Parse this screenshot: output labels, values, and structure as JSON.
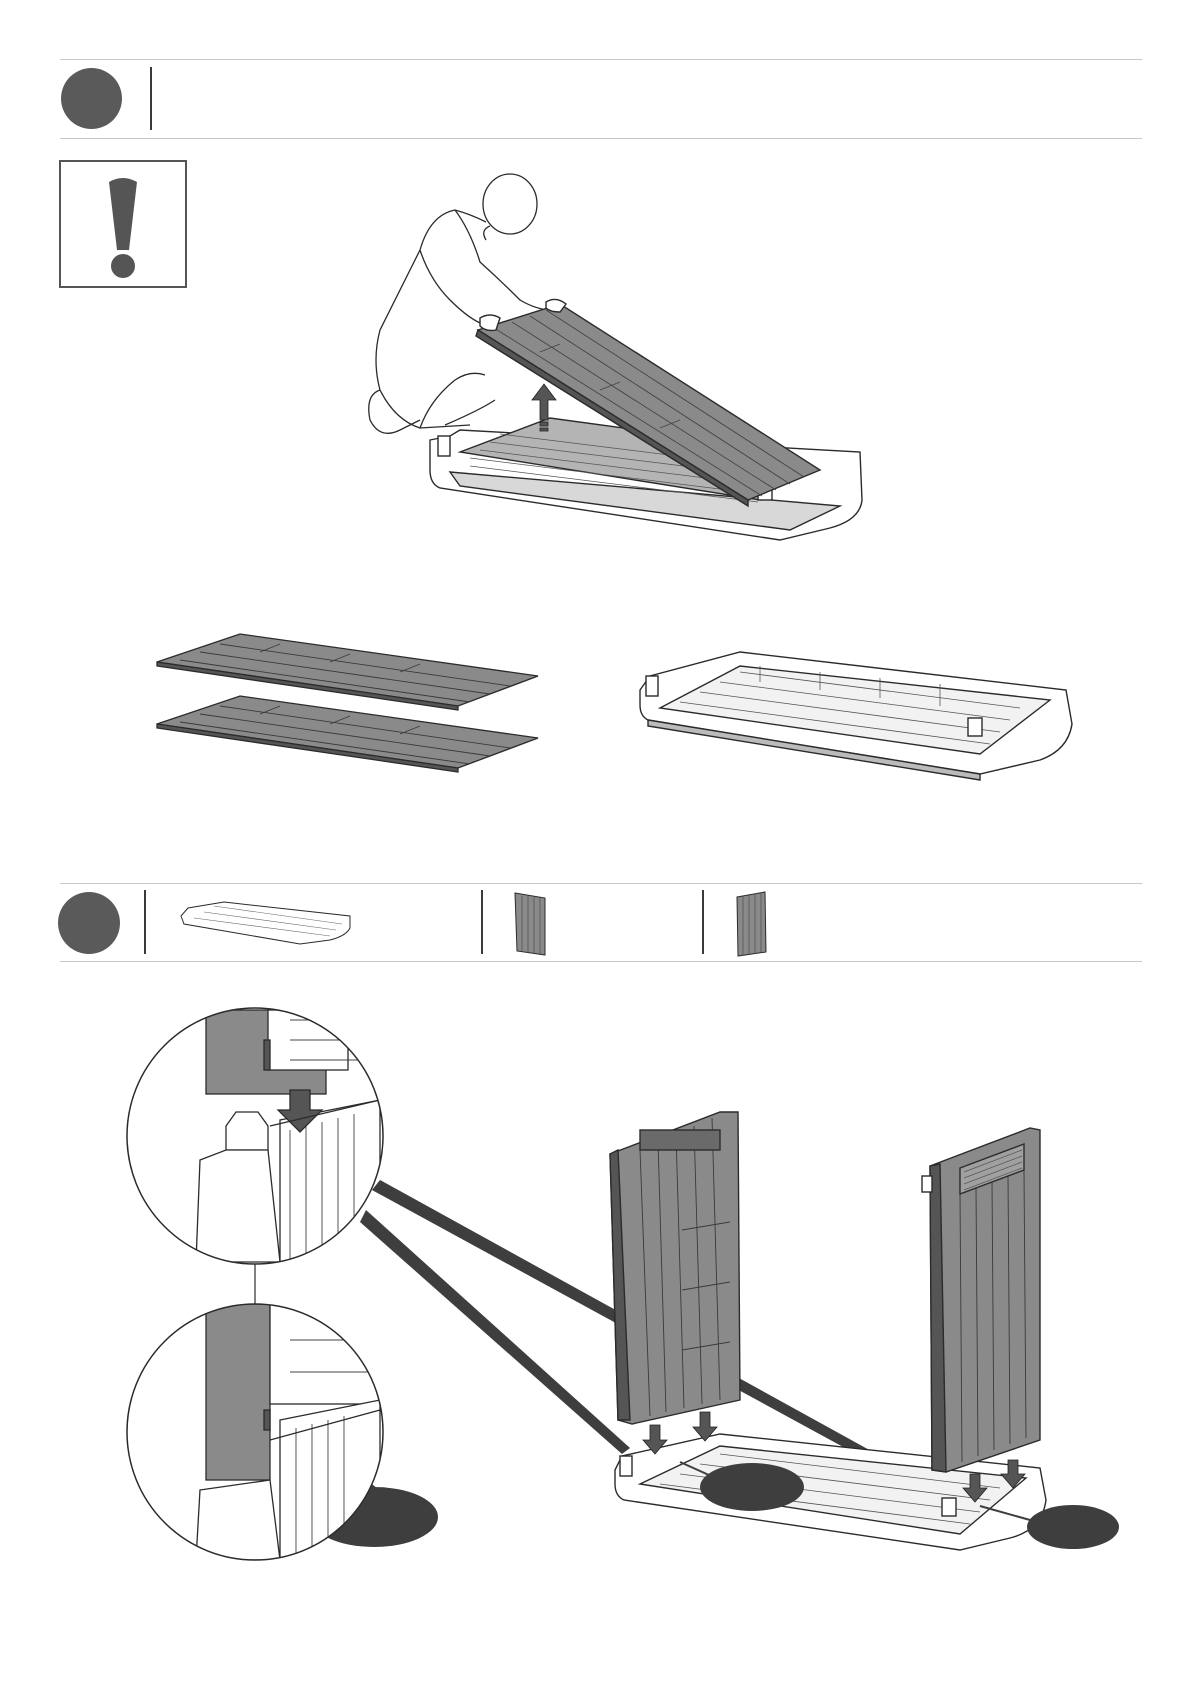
{
  "page": {
    "colors": {
      "ink": "#2b2b2b",
      "panel_fill": "#8a8a8a",
      "panel_dark": "#555555",
      "step_disc": "#5a5a5a",
      "callout": "#3e3e3e",
      "rule": "#c8c8c8"
    }
  },
  "step1": {
    "number_icon": "step-number-disc",
    "warning_icon": "exclamation-icon",
    "illustration": "person-lifting-floor-panel"
  },
  "parts_overview": {
    "left": "two-floor-panels",
    "right": "base-tray"
  },
  "step2": {
    "number_icon": "step-number-disc",
    "parts": [
      "base-tray-thumbnail",
      "side-panel-thumbnail",
      "side-panel-thumbnail"
    ],
    "illustration": "side-panels-inserted-into-base",
    "detail_views": [
      "detail-circle-top",
      "detail-circle-bottom"
    ]
  }
}
